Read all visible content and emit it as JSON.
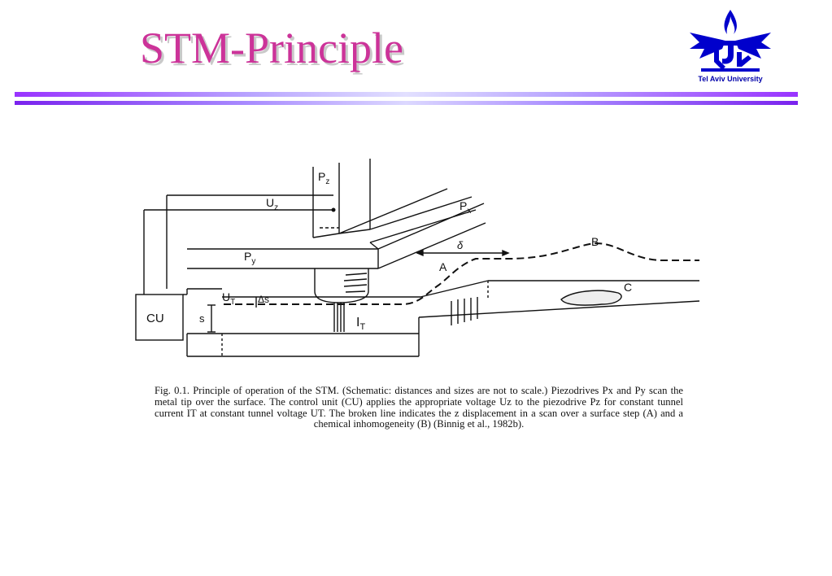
{
  "slide": {
    "title": "STM-Principle",
    "logo_caption": "Tel Aviv University",
    "colors": {
      "title": "#cc3399",
      "rule": "#9933ff",
      "logo": "#0000cc"
    }
  },
  "figure": {
    "labels": {
      "pz": "P",
      "pz_sub": "z",
      "uz": "U",
      "uz_sub": "z",
      "px": "P",
      "px_sub": "x",
      "py": "P",
      "py_sub": "y",
      "cu": "CU",
      "ut": "U",
      "ut_sub": "T",
      "ds": "Δs",
      "s": "s",
      "it": "I",
      "it_sub": "T",
      "delta": "δ",
      "a": "A",
      "b": "B",
      "c": "C"
    },
    "caption": "Fig. 0.1. Principle of operation of the STM. (Schematic: distances and sizes are not to scale.) Piezodrives Px and Py scan the metal tip over the surface. The control unit (CU) applies the appropriate voltage Uz to the piezodrive Pz for constant tunnel current IT at constant tunnel voltage UT. The broken line indicates the z displacement in a scan over a surface step (A) and a chemical inhomogeneity (B) (Binnig et al., 1982b)."
  }
}
